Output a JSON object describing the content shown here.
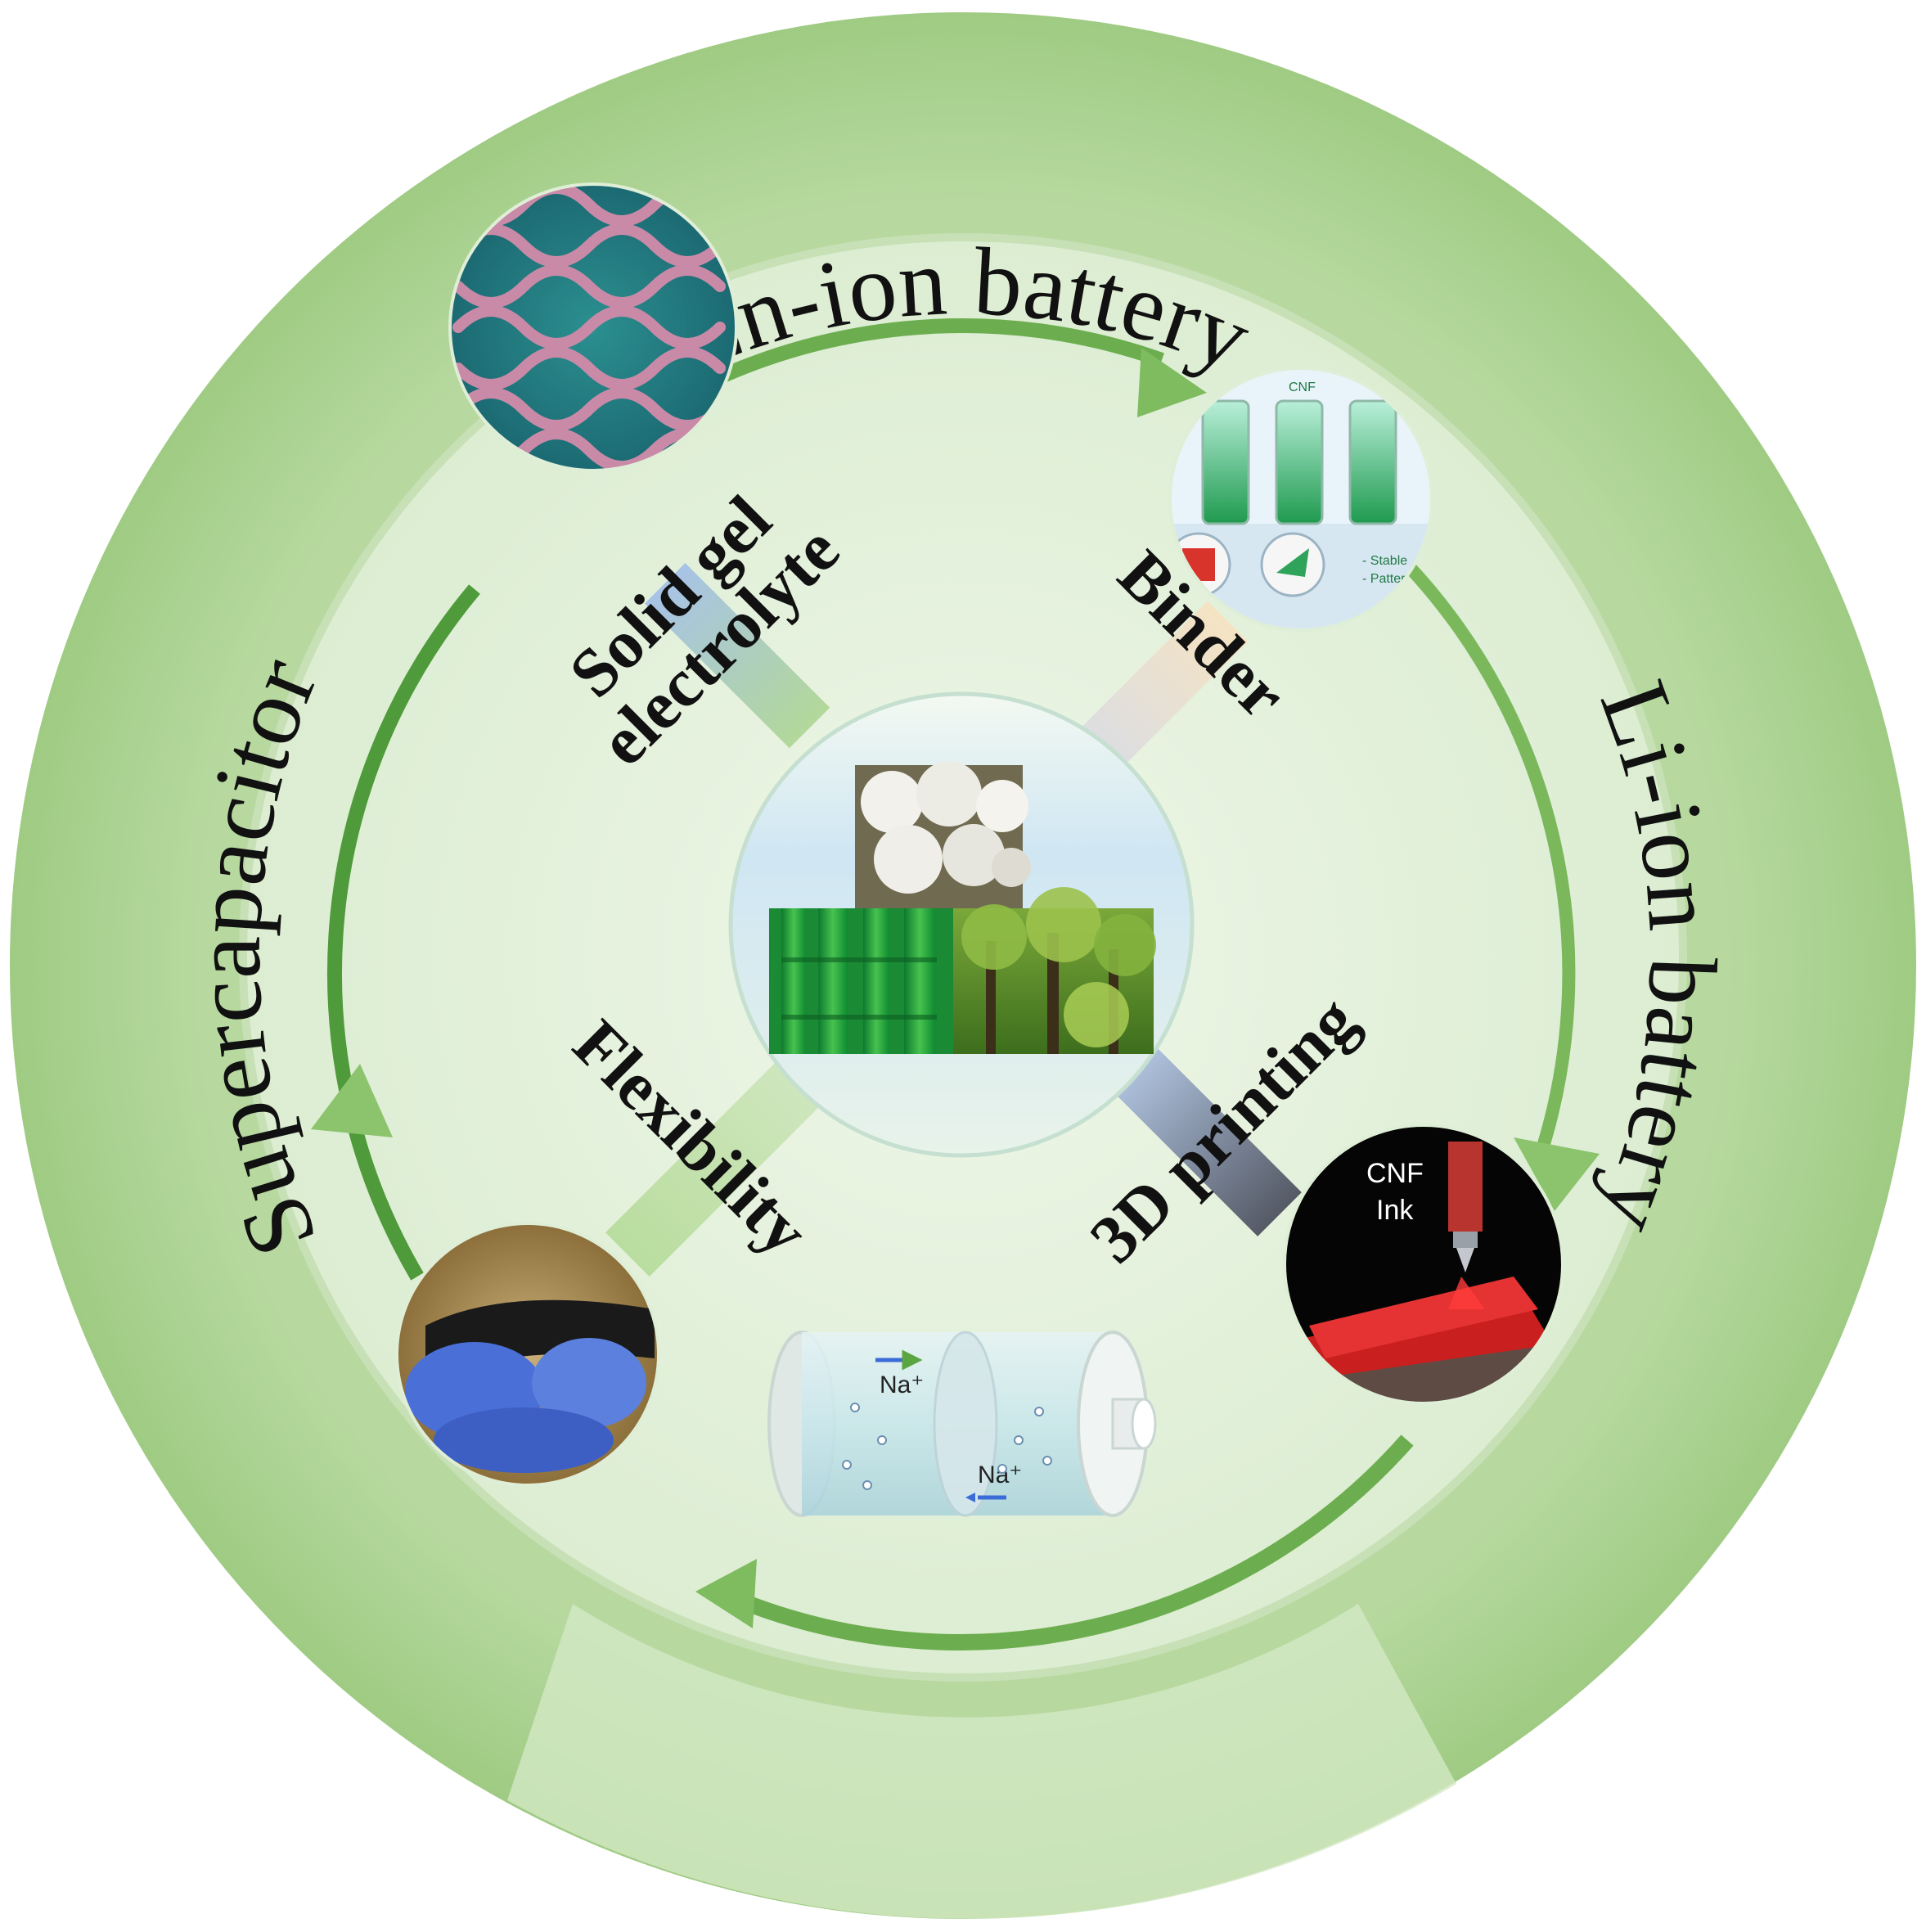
{
  "outer_ring": {
    "top_label": "Zn-ion battery",
    "right_label": "Li-ion battery",
    "left_label": "Supercapacitor"
  },
  "spokes": {
    "top_left": "Solid gel",
    "top_left_line2": "electrolyte",
    "top_right": "Binder",
    "bottom_right": "3D printing",
    "bottom_left": "Flexibility"
  },
  "binder_image": {
    "tube_label": "CNF",
    "list_item_1": "- Stable",
    "list_item_2": "- Patternable"
  },
  "printing_image": {
    "ink_line1": "CNF",
    "ink_line2": "Ink"
  },
  "battery_image": {
    "ion_top": "Na⁺",
    "ion_bottom": "Na⁺"
  },
  "colors": {
    "outer_ring": "#a9d18e",
    "inner_disc": "#e2efd9",
    "arrow": "#5aa542",
    "center": "#dbeef5"
  }
}
